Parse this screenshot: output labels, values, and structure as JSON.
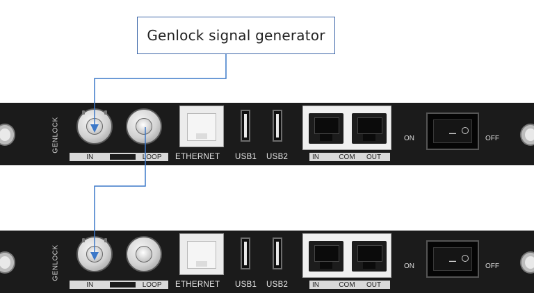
{
  "callout": {
    "text": "Genlock signal generator"
  },
  "panels": [
    {
      "genlock_label": "GENLOCK",
      "bnc_labels": {
        "in": "IN",
        "loop": "LOOP"
      },
      "ethernet_label": "ETHERNET",
      "usb1_label": "USB1",
      "usb2_label": "USB2",
      "com_labels": {
        "in": "IN",
        "com": "COM",
        "out": "OUT"
      },
      "switch_on": "ON",
      "switch_off": "OFF"
    },
    {
      "genlock_label": "GENLOCK",
      "bnc_labels": {
        "in": "IN",
        "loop": "LOOP"
      },
      "ethernet_label": "ETHERNET",
      "usb1_label": "USB1",
      "usb2_label": "USB2",
      "com_labels": {
        "in": "IN",
        "com": "COM",
        "out": "OUT"
      },
      "switch_on": "ON",
      "switch_off": "OFF"
    }
  ],
  "colors": {
    "wire": "#3c78c8",
    "panel": "#1b1b1b",
    "callout_border": "#3c66a8"
  }
}
